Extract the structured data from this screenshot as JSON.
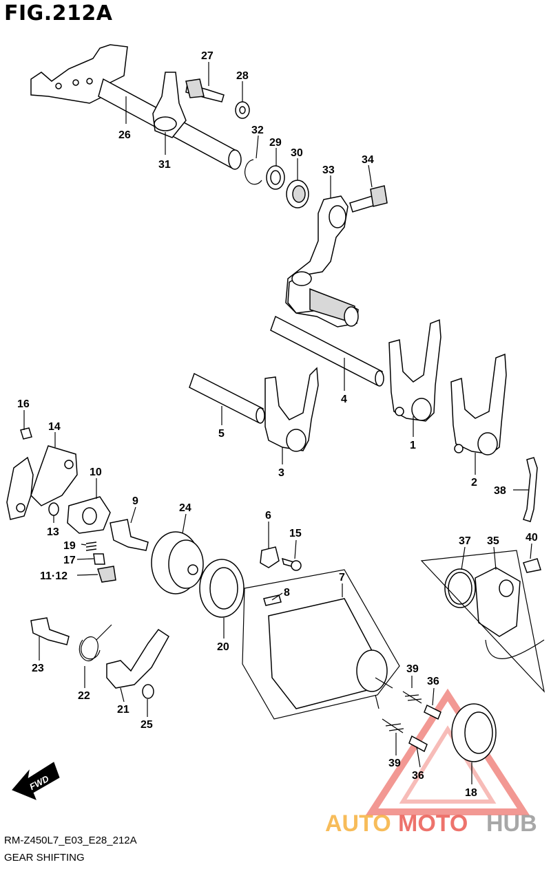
{
  "figure": {
    "title": "FIG.212A",
    "code": "RM-Z450L7_E03_E28_212A",
    "caption": "GEAR SHIFTING"
  },
  "callouts": [
    {
      "id": "c27",
      "text": "27"
    },
    {
      "id": "c28",
      "text": "28"
    },
    {
      "id": "c26",
      "text": "26"
    },
    {
      "id": "c31",
      "text": "31"
    },
    {
      "id": "c32",
      "text": "32"
    },
    {
      "id": "c29",
      "text": "29"
    },
    {
      "id": "c30",
      "text": "30"
    },
    {
      "id": "c33",
      "text": "33"
    },
    {
      "id": "c34",
      "text": "34"
    },
    {
      "id": "c4",
      "text": "4"
    },
    {
      "id": "c5",
      "text": "5"
    },
    {
      "id": "c1",
      "text": "1"
    },
    {
      "id": "c3",
      "text": "3"
    },
    {
      "id": "c2",
      "text": "2"
    },
    {
      "id": "c38",
      "text": "38"
    },
    {
      "id": "c16",
      "text": "16"
    },
    {
      "id": "c14",
      "text": "14"
    },
    {
      "id": "c10",
      "text": "10"
    },
    {
      "id": "c13",
      "text": "13"
    },
    {
      "id": "c19",
      "text": "19"
    },
    {
      "id": "c17",
      "text": "17"
    },
    {
      "id": "c1112",
      "text": "11·12"
    },
    {
      "id": "c9",
      "text": "9"
    },
    {
      "id": "c24",
      "text": "24"
    },
    {
      "id": "c6",
      "text": "6"
    },
    {
      "id": "c15",
      "text": "15"
    },
    {
      "id": "c7",
      "text": "7"
    },
    {
      "id": "c8",
      "text": "8"
    },
    {
      "id": "c20",
      "text": "20"
    },
    {
      "id": "c37",
      "text": "37"
    },
    {
      "id": "c35",
      "text": "35"
    },
    {
      "id": "c40",
      "text": "40"
    },
    {
      "id": "c23",
      "text": "23"
    },
    {
      "id": "c22",
      "text": "22"
    },
    {
      "id": "c21",
      "text": "21"
    },
    {
      "id": "c25",
      "text": "25"
    },
    {
      "id": "c39a",
      "text": "39"
    },
    {
      "id": "c36a",
      "text": "36"
    },
    {
      "id": "c39b",
      "text": "39"
    },
    {
      "id": "c36b",
      "text": "36"
    },
    {
      "id": "c18",
      "text": "18"
    }
  ],
  "fwd_label": "FWD",
  "watermark": {
    "part1": "AUTO",
    "part2": "MOTO",
    "part3": "HUB",
    "color_orange": "#f5a623",
    "color_red": "#e8453c",
    "color_gray": "#8a8a8a"
  }
}
